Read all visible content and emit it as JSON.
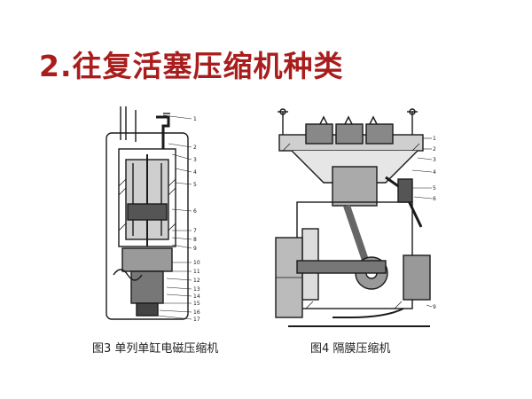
{
  "slide": {
    "title": "2.往复活塞压缩机种类"
  },
  "figures": [
    {
      "caption": "图3 单列单缸电磁压缩机",
      "callouts": [
        "1",
        "2",
        "3",
        "4",
        "5",
        "6",
        "7",
        "8",
        "9",
        "10",
        "11",
        "12",
        "13",
        "14",
        "15",
        "16",
        "17"
      ]
    },
    {
      "caption": "图4 隔膜压缩机",
      "callouts": [
        "1",
        "2",
        "3",
        "4",
        "5",
        "6",
        "9"
      ]
    }
  ],
  "colors": {
    "title": "#a91d1d",
    "drawing": "#1a1a1a"
  }
}
